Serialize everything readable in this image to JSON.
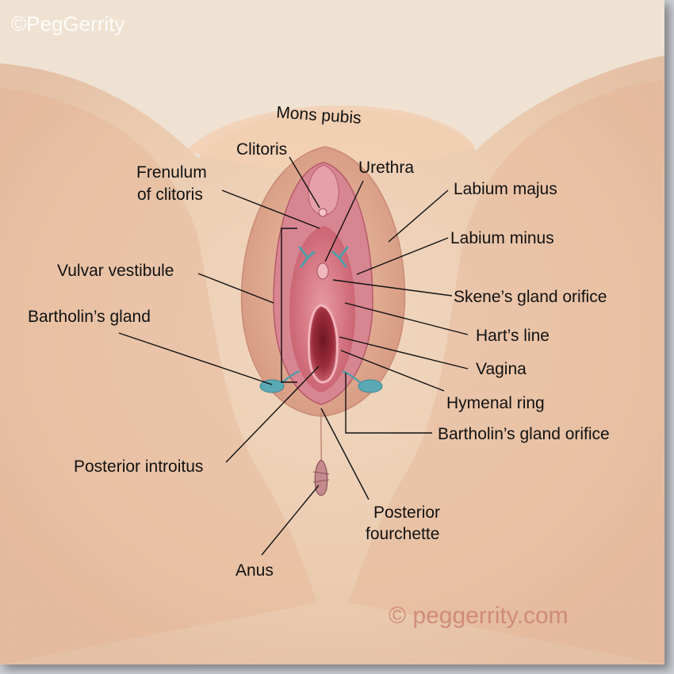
{
  "watermarks": {
    "top_left": "©PegGerrity",
    "bottom_right": "© peggerrity.com"
  },
  "labels": {
    "mons_pubis": "Mons pubis",
    "clitoris": "Clitoris",
    "urethra": "Urethra",
    "frenulum_line1": "Frenulum",
    "frenulum_line2": "of clitoris",
    "labium_majus": "Labium majus",
    "labium_minus": "Labium minus",
    "vulvar_vestibule": "Vulvar vestibule",
    "skenes_gland_orifice": "Skene’s gland orifice",
    "bartholins_gland": "Bartholin’s gland",
    "harts_line": "Hart’s line",
    "vagina": "Vagina",
    "hymenal_ring": "Hymenal ring",
    "bartholins_gland_orifice": "Bartholin’s gland orifice",
    "posterior_introitus": "Posterior introitus",
    "posterior_fourchette_line1": "Posterior",
    "posterior_fourchette_line2": "fourchette",
    "anus": "Anus"
  },
  "colors": {
    "paper": "#efe2d2",
    "skin": "#e9bf9d",
    "mucosa": "#d67886",
    "gland": "#5aa9b4",
    "watermark_bottom": "#c77a6e"
  }
}
